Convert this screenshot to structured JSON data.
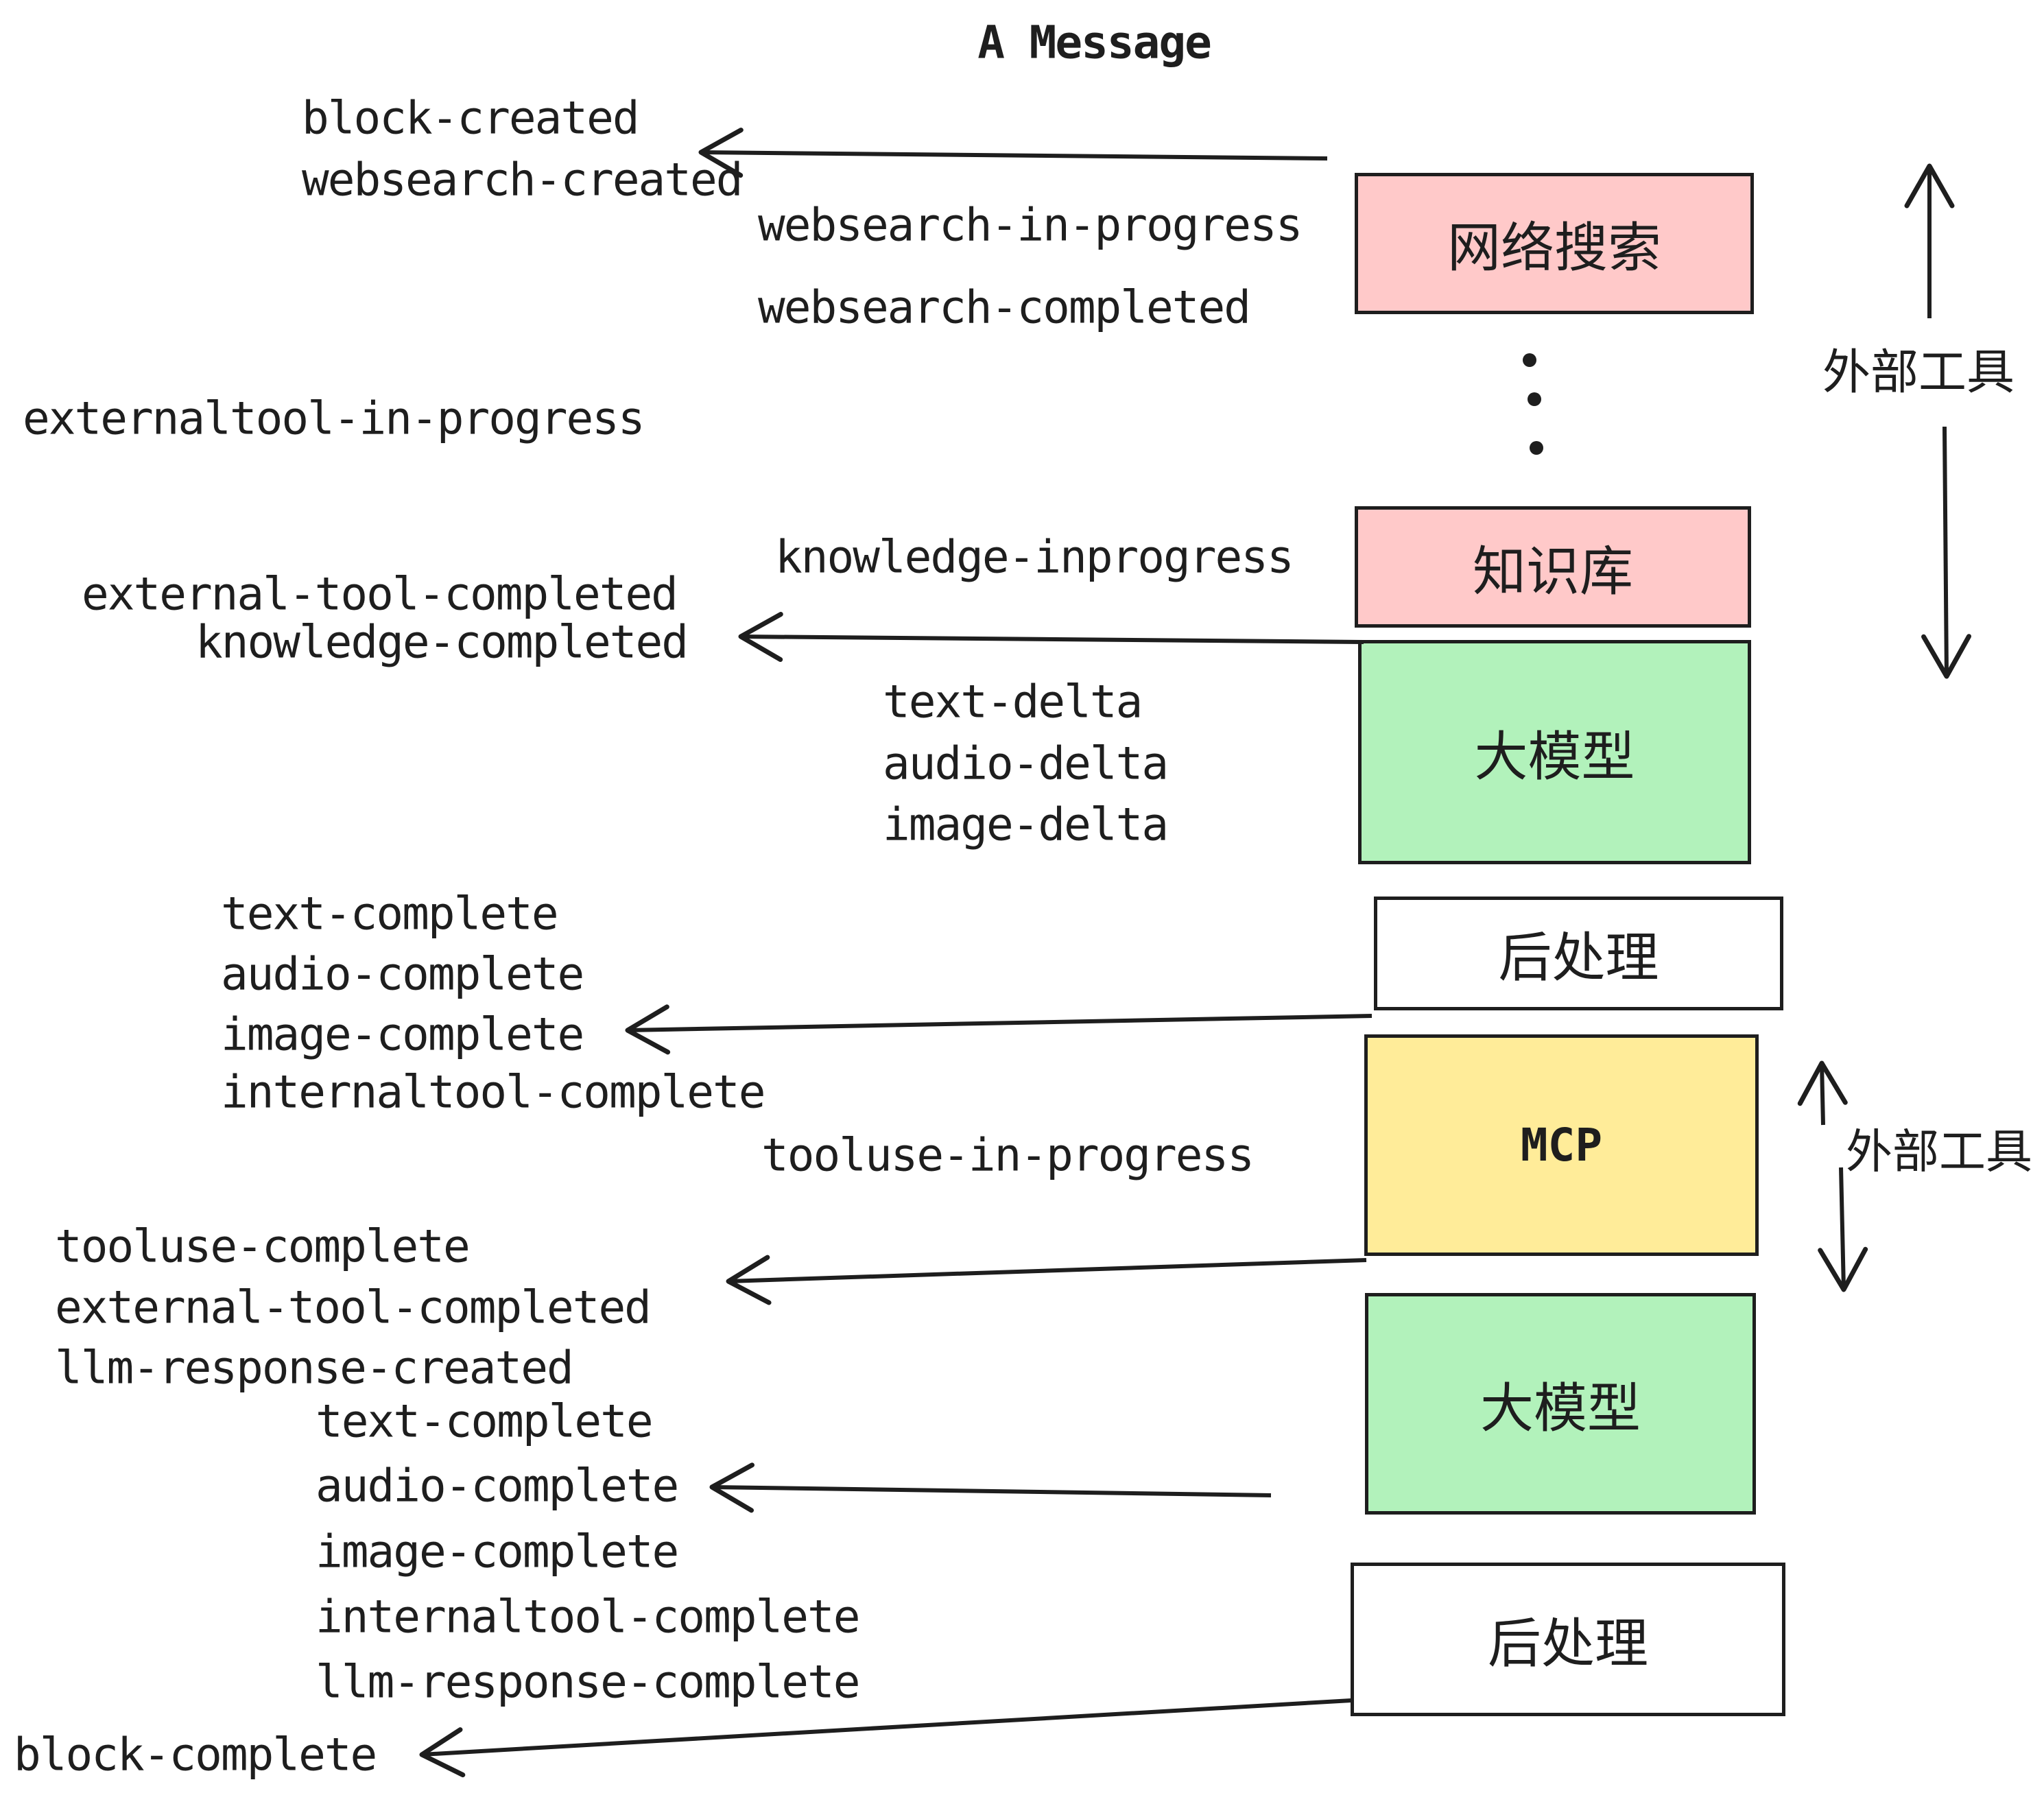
{
  "title": "A Message",
  "colors": {
    "stroke": "#1e1e1e",
    "pink": "#ffc9c9",
    "green": "#b2f2bb",
    "yellow": "#ffec99",
    "white": "#ffffff"
  },
  "boxes": [
    {
      "label": "网络搜索",
      "fill": "#ffc9c9"
    },
    {
      "label": "知识库",
      "fill": "#ffc9c9"
    },
    {
      "label": "大模型",
      "fill": "#b2f2bb"
    },
    {
      "label": "后处理",
      "fill": "#ffffff"
    },
    {
      "label": "MCP",
      "fill": "#ffec99"
    },
    {
      "label": "大模型",
      "fill": "#b2f2bb"
    },
    {
      "label": "后处理",
      "fill": "#ffffff"
    }
  ],
  "events": [
    "block-created",
    "websearch-created",
    "websearch-in-progress",
    "websearch-completed",
    "externaltool-in-progress",
    "knowledge-inprogress",
    "external-tool-completed",
    "knowledge-completed",
    "text-delta",
    "audio-delta",
    "image-delta",
    "text-complete",
    "audio-complete",
    "image-complete",
    "internaltool-complete",
    "tooluse-in-progress",
    "tooluse-complete",
    "external-tool-completed",
    "llm-response-created",
    "text-complete",
    "audio-complete",
    "image-complete",
    "internaltool-complete",
    "llm-response-complete",
    "block-complete"
  ],
  "side_labels": {
    "top": "外部工具",
    "mid": "外部工具"
  }
}
